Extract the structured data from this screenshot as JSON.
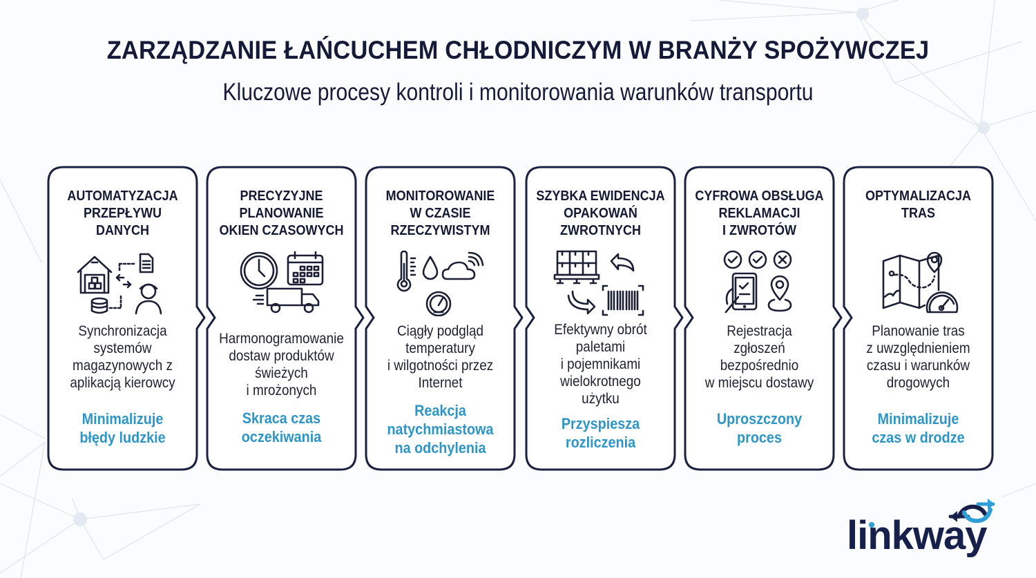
{
  "header": {
    "title": "ZARZĄDZANIE ŁAŃCUCHEM CHŁODNICZYM W BRANŻY SPOŻYWCZEJ",
    "subtitle": "Kluczowe procesy kontroli i monitorowania warunków transportu"
  },
  "colors": {
    "title": "#151a38",
    "card_border": "#1b2140",
    "benefit": "#2e95c6",
    "background": "#fbfcfd",
    "logo_dark": "#16204a",
    "logo_accent": "#2e9fd6"
  },
  "cards": [
    {
      "title": "AUTOMATYZACJA\nPRZEPŁYWU\nDANYCH",
      "icon": "warehouse-document-database-driver-icon",
      "description": "Synchronizacja\nsystemów\nmagazynowych z\naplikacją kierowcy",
      "benefit": "Minimalizuje\nbłędy ludzkie"
    },
    {
      "title": "PRECYZYJNE\nPLANOWANIE\nOKIEN CZASOWYCH",
      "icon": "clock-calendar-truck-icon",
      "description": "Harmonogramowanie\ndostaw produktów\nświeżych\ni mrożonych",
      "benefit": "Skraca czas\noczekiwania"
    },
    {
      "title": "MONITOROWANIE\nW CZASIE\nRZECZYWISTYM",
      "icon": "thermometer-droplet-cloud-gauge-icon",
      "description": "Ciągły podgląd\ntemperatury\ni wilgotności przez\nInternet",
      "benefit": "Reakcja\nnatychmiastowa\nna odchylenia"
    },
    {
      "title": "SZYBKA EWIDENCJA\nOPAKOWAŃ\nZWROTNYCH",
      "icon": "pallet-return-arrows-barcode-icon",
      "description": "Efektywny obrót\npaletami\ni pojemnikami\nwielokrotnego\nużytku",
      "benefit": "Przyspiesza\nrozliczenia"
    },
    {
      "title": "CYFROWA OBSŁUGA\nREKLAMACJI\nI ZWROTÓW",
      "icon": "checks-tablet-location-icon",
      "description": "Rejestracja\nzgłoszeń\nbezpośrednio\nw miejscu dostawy",
      "benefit": "Uproszczony\nproces"
    },
    {
      "title": "OPTYMALIZACJA\nTRAS",
      "icon": "map-route-speedometer-icon",
      "description": "Planowanie tras\nz uwzględnieniem\nczasu i warunków\ndrogowych",
      "benefit": "Minimalizuje\nczas w drodze"
    }
  ],
  "logo": {
    "text": "linkway",
    "icon": "swap-arrows-icon"
  }
}
